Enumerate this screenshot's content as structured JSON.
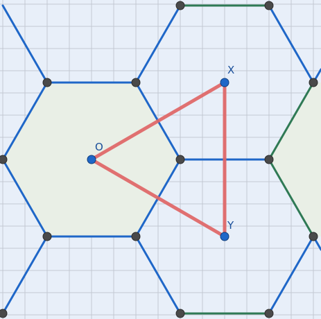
{
  "diagram": {
    "colors": {
      "background": "#e8eff9",
      "grid": "#c3c9d3",
      "hex_fill": "#e9efe6",
      "blue_edge": "#1f67c8",
      "green_edge": "#2f7a55",
      "triangle": "#e06666",
      "vertex_dark": "#4a4a4a",
      "vertex_blue": "#1f67c8",
      "label": "#1a4f9a"
    },
    "points": {
      "O": {
        "label": "O"
      },
      "X": {
        "label": "X"
      },
      "Y": {
        "label": "Y"
      }
    },
    "triangle": [
      "O",
      "X",
      "Y"
    ]
  }
}
